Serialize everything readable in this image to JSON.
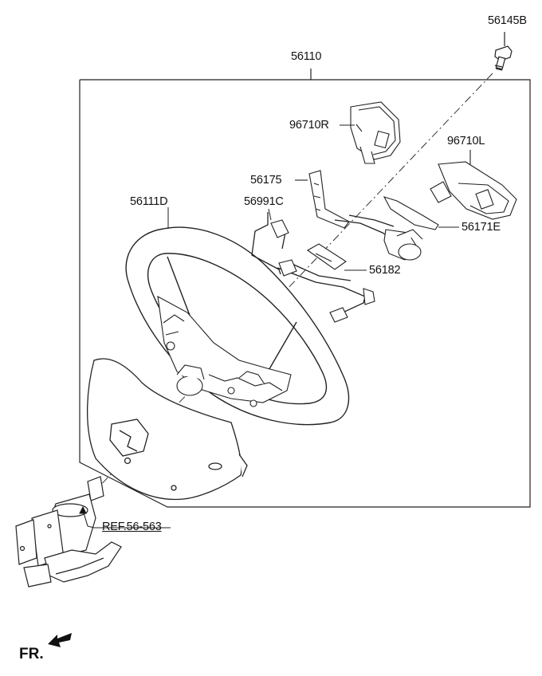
{
  "diagram": {
    "parts": [
      {
        "id": "56145B",
        "label": "56145B"
      },
      {
        "id": "56110",
        "label": "56110"
      },
      {
        "id": "96710R",
        "label": "96710R"
      },
      {
        "id": "96710L",
        "label": "96710L"
      },
      {
        "id": "56175",
        "label": "56175"
      },
      {
        "id": "56111D",
        "label": "56111D"
      },
      {
        "id": "56991C",
        "label": "56991C"
      },
      {
        "id": "56171E",
        "label": "56171E"
      },
      {
        "id": "56182",
        "label": "56182"
      }
    ],
    "reference": "REF.56-563",
    "direction_label": "FR."
  }
}
